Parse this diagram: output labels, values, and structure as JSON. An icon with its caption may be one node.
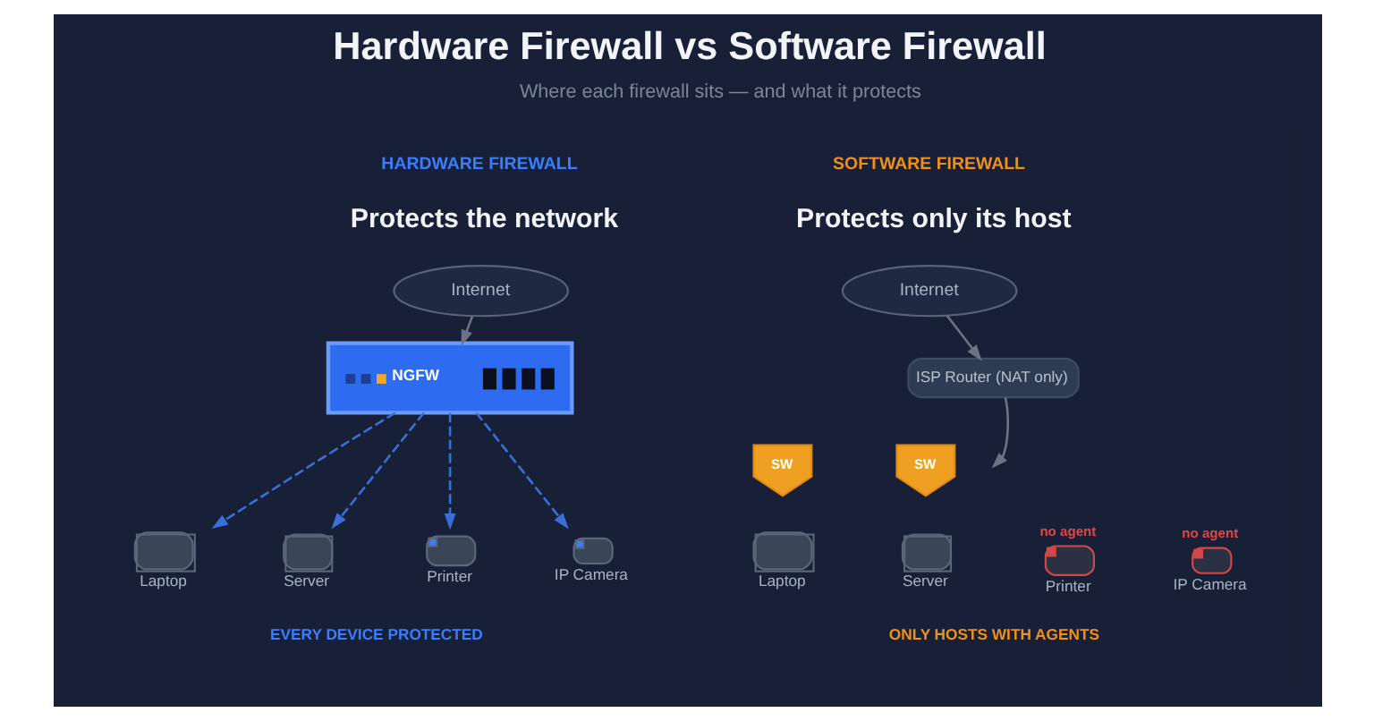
{
  "diagram": {
    "title": "Hardware Firewall vs Software Firewall",
    "nodes": [
      {
        "text": [
          "Internet"
        ]
      },
      {
        "text": [
          "NGFW"
        ]
      },
      {
        "text": [
          "Laptop"
        ]
      },
      {
        "text": [
          "Server"
        ]
      },
      {
        "text": [
          "Printer"
        ]
      },
      {
        "text": [
          "IP Camera"
        ]
      },
      {
        "text": [
          "Internet"
        ]
      },
      {
        "text": [
          "ISP Router (NAT only)"
        ]
      },
      {
        "text": [
          "SW"
        ]
      },
      {
        "text": [
          "Laptop"
        ]
      },
      {
        "text": [
          "SW"
        ]
      },
      {
        "text": [
          "Server"
        ]
      },
      {
        "text": [
          "Printer"
        ],
        "beside": [
          "no agent"
        ]
      },
      {
        "text": [
          "IP Camera"
        ],
        "beside": [
          "no agent"
        ]
      }
    ],
    "edges": [
      {
        "from": 0,
        "to": 1,
        "arrow": "to"
      },
      {
        "from": 1,
        "to": 2,
        "arrow": "to",
        "style": "dashed",
        "color": "#3b6fd8"
      },
      {
        "from": 1,
        "to": 3,
        "arrow": "to",
        "style": "dashed",
        "color": "#3b6fd8"
      },
      {
        "from": 1,
        "to": 4,
        "arrow": "to",
        "style": "dashed",
        "color": "#3b6fd8"
      },
      {
        "from": 1,
        "to": 5,
        "arrow": "to",
        "style": "dashed",
        "color": "#3b6fd8"
      },
      {
        "from": 6,
        "to": 7,
        "arrow": "to"
      },
      {
        "from": 7,
        "to": null,
        "arrow": "to"
      }
    ],
    "labels": [
      "Where each firewall sits — and what it protects",
      "HARDWARE FIREWALL",
      "SOFTWARE FIREWALL",
      "Protects the network",
      "Protects only its host",
      "EVERY DEVICE PROTECTED",
      "ONLY HOSTS WITH AGENTS"
    ]
  }
}
